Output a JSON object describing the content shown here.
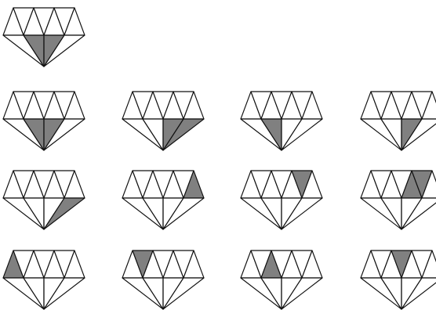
{
  "figure": {
    "description_visible_text": "",
    "colors": {
      "shaded": "#808080",
      "unshaded": "#ffffff",
      "stroke": "#111111"
    },
    "gems": [
      {
        "row": 0,
        "col": 0,
        "shaded": [
          "p0",
          "p1"
        ]
      },
      {
        "row": 1,
        "col": 0,
        "shaded": [
          "p0",
          "p1"
        ]
      },
      {
        "row": 1,
        "col": 1,
        "shaded": [
          "p1",
          "p2"
        ]
      },
      {
        "row": 1,
        "col": 2,
        "shaded": [
          "p0"
        ]
      },
      {
        "row": 1,
        "col": 3,
        "shaded": [
          "p1"
        ]
      },
      {
        "row": 2,
        "col": 0,
        "shaded": [
          "p2"
        ]
      },
      {
        "row": 2,
        "col": 1,
        "shaded": [
          "c6"
        ]
      },
      {
        "row": 2,
        "col": 2,
        "shaded": [
          "c5"
        ]
      },
      {
        "row": 2,
        "col": 3,
        "shaded": [
          "c4",
          "c5"
        ]
      },
      {
        "row": 3,
        "col": 0,
        "shaded": [
          "c0"
        ]
      },
      {
        "row": 3,
        "col": 1,
        "shaded": [
          "c1"
        ]
      },
      {
        "row": 3,
        "col": 2,
        "shaded": [
          "c2"
        ]
      },
      {
        "row": 3,
        "col": 3,
        "shaded": [
          "c3"
        ]
      }
    ]
  }
}
